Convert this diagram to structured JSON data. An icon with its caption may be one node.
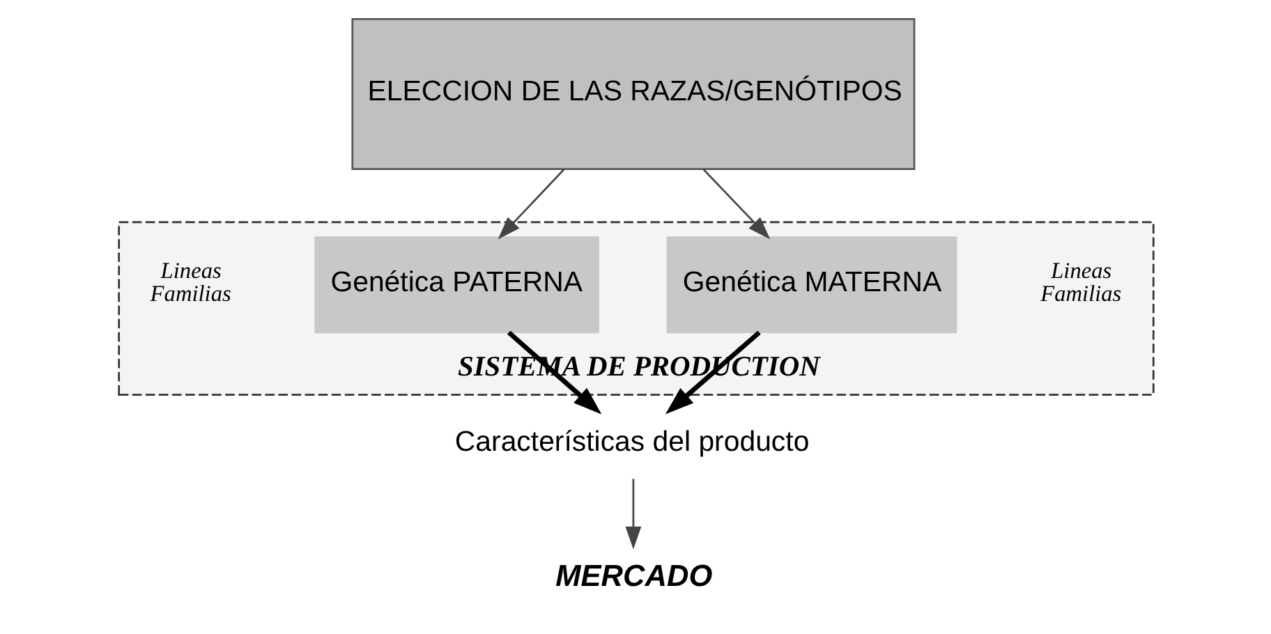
{
  "diagram": {
    "nodes": [
      {
        "text": [
          "ELECCION DE LAS RAZAS/GENÓTIPOS"
        ]
      },
      {
        "text": [
          "SISTEMA DE PRODUCTION"
        ]
      },
      {
        "text": [
          "Genética PATERNA"
        ],
        "in": 1,
        "beside": [
          "Lineas Familias"
        ]
      },
      {
        "text": [
          "Genética MATERNA"
        ],
        "in": 1,
        "beside": [
          "Lineas Familias"
        ]
      },
      {
        "text": [
          "Características del producto"
        ]
      },
      {
        "text": [
          "MERCADO"
        ]
      }
    ],
    "edges": [
      {
        "from": 0,
        "to": 2,
        "arrow": "to"
      },
      {
        "from": 0,
        "to": 3,
        "arrow": "to"
      },
      {
        "from": 2,
        "to": 4,
        "arrow": "to",
        "style": "thick"
      },
      {
        "from": 3,
        "to": 4,
        "arrow": "to",
        "style": "thick"
      },
      {
        "from": 4,
        "to": 5,
        "arrow": "to"
      }
    ]
  }
}
